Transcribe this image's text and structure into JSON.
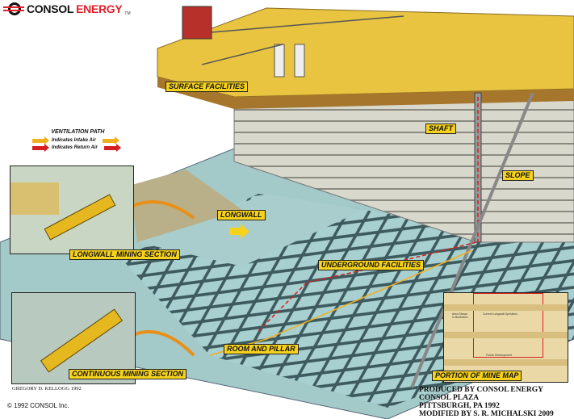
{
  "logo": {
    "word1": "CONSOL",
    "word2": "ENERGY",
    "tm": "TM"
  },
  "legend": {
    "title": "VENTILATION PATH",
    "items": [
      {
        "label": "Indicates Intake Air",
        "color": "#f0b020"
      },
      {
        "label": "Indicates Return Air",
        "color": "#d42020"
      }
    ]
  },
  "labels": {
    "surface": "Surface Facilities",
    "shaft": "Shaft",
    "slope": "Slope",
    "longwall": "Longwall",
    "underground": "Underground Facilities",
    "room_pillar": "Room and Pillar",
    "longwall_section": "Longwall Mining Section",
    "continuous_section": "Continuous Mining Section",
    "mine_map": "Portion of Mine Map"
  },
  "mine_map": {
    "area_shown": "Area Shown in Illustration",
    "current": "Current Longwall Operation",
    "future": "Future Development"
  },
  "artist": "GREGORY D. KELLOGG  1992",
  "copyright": "© 1992 CONSOL Inc.",
  "produced": [
    "PRODUCED BY CONSOL ENERGY",
    "CONSOL PLAZA",
    "PITTSBURGH, PA 1992",
    "MODIFIED BY S. R. MICHALSKI 2009"
  ],
  "colors": {
    "label_bg": "#f6d21c",
    "coal": "#9fc7c8",
    "surface": "#e8c440",
    "brand_red": "#e0202a"
  }
}
